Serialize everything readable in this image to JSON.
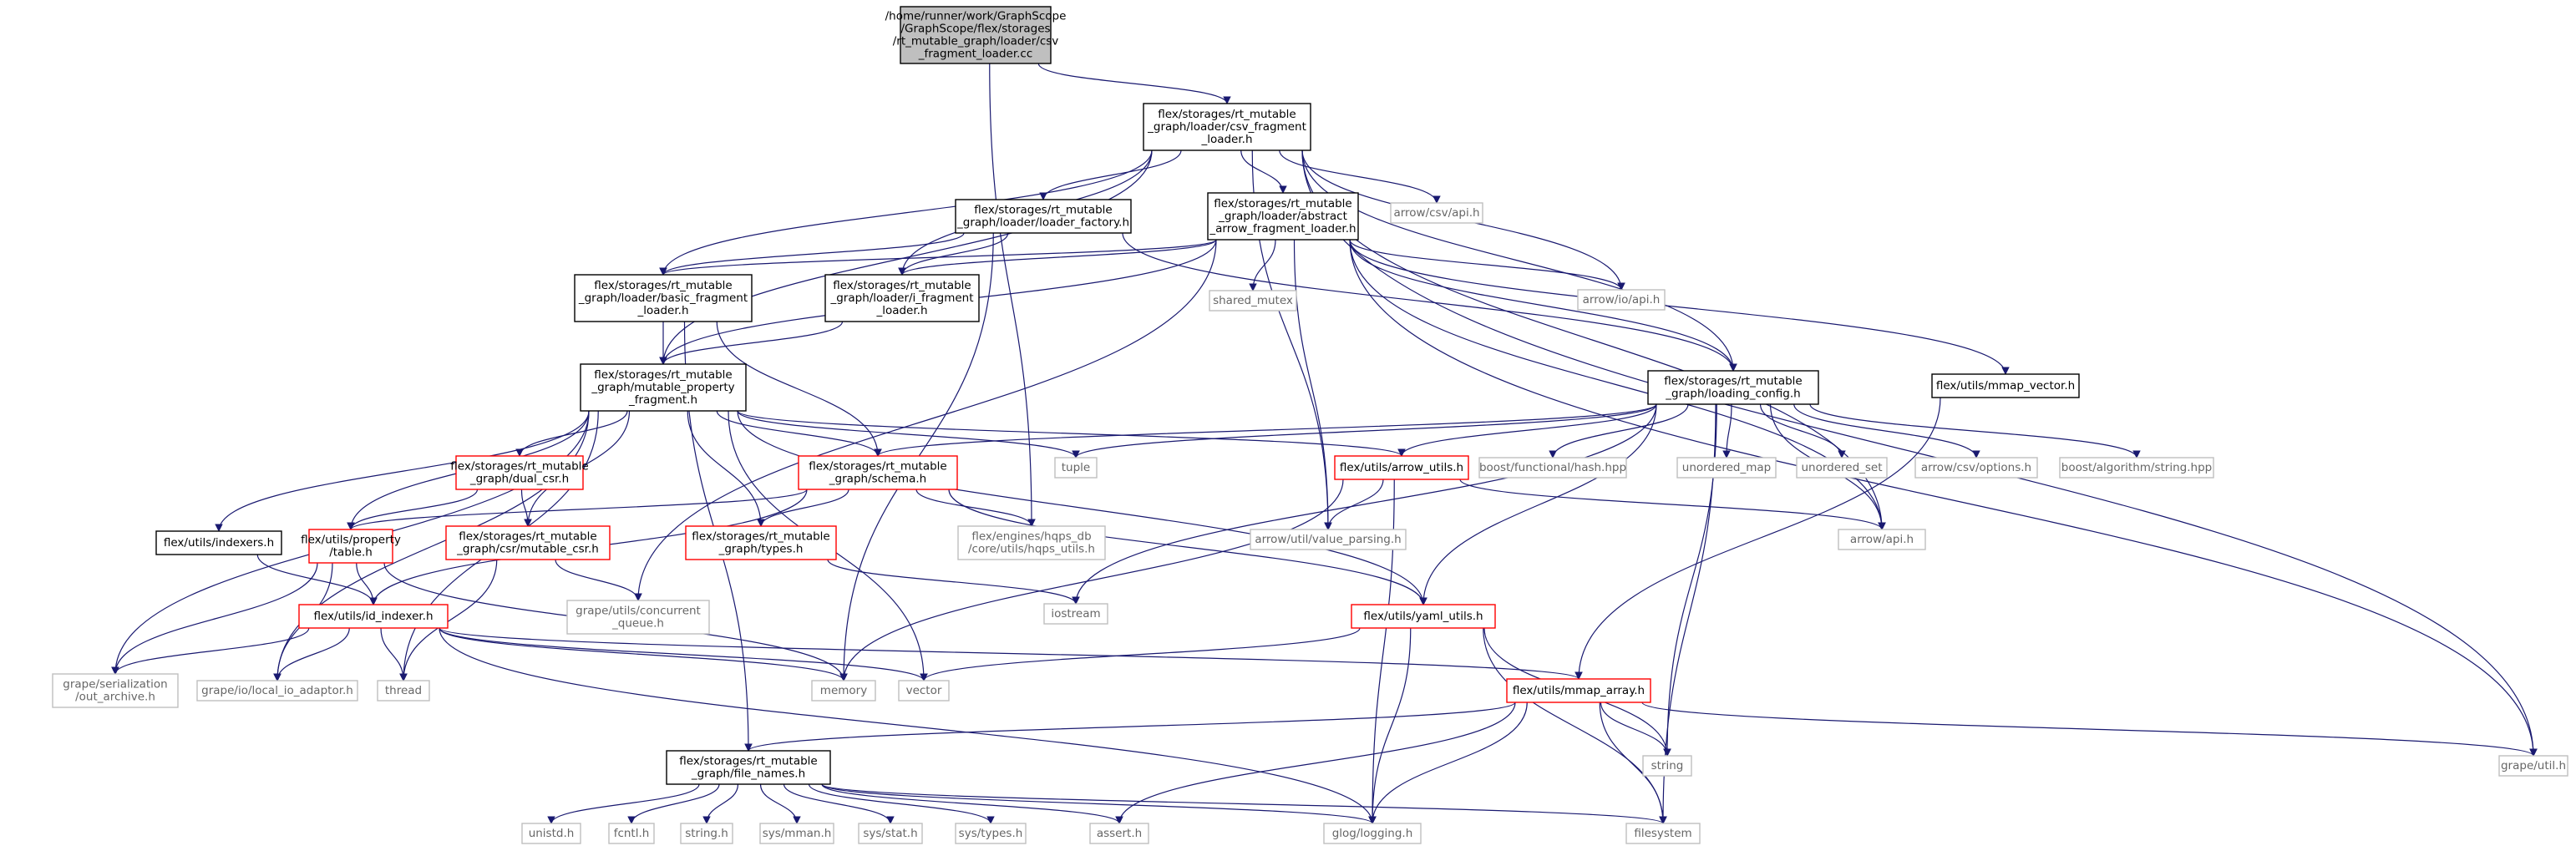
{
  "colors": {
    "edge": "#191970",
    "border_black": "#000000",
    "border_red": "#ff0000",
    "border_gray": "#bfbfbf",
    "root_fill": "#bfbfbf",
    "text_black": "#000000",
    "text_gray": "#666666"
  },
  "nodes": [
    {
      "id": "root",
      "kind": "root",
      "lines": [
        "/home/runner/work/GraphScope",
        "/GraphScope/flex/storages",
        "/rt_mutable_graph/loader/csv",
        "_fragment_loader.cc"
      ]
    },
    {
      "id": "csv_loader_h",
      "kind": "black",
      "lines": [
        "flex/storages/rt_mutable",
        "_graph/loader/csv_fragment",
        "_loader.h"
      ]
    },
    {
      "id": "loader_factory",
      "kind": "black",
      "lines": [
        "flex/storages/rt_mutable",
        "_graph/loader/loader_factory.h"
      ]
    },
    {
      "id": "abstract_loader",
      "kind": "black",
      "lines": [
        "flex/storages/rt_mutable",
        "_graph/loader/abstract",
        "_arrow_fragment_loader.h"
      ]
    },
    {
      "id": "arrow_csv_api",
      "kind": "gray",
      "lines": [
        "arrow/csv/api.h"
      ]
    },
    {
      "id": "basic_loader",
      "kind": "black",
      "lines": [
        "flex/storages/rt_mutable",
        "_graph/loader/basic_fragment",
        "_loader.h"
      ]
    },
    {
      "id": "i_loader",
      "kind": "black",
      "lines": [
        "flex/storages/rt_mutable",
        "_graph/loader/i_fragment",
        "_loader.h"
      ]
    },
    {
      "id": "shared_mutex",
      "kind": "gray",
      "lines": [
        "shared_mutex"
      ]
    },
    {
      "id": "arrow_io_api",
      "kind": "gray",
      "lines": [
        "arrow/io/api.h"
      ]
    },
    {
      "id": "mmap_vector",
      "kind": "black",
      "lines": [
        "flex/utils/mmap_vector.h"
      ]
    },
    {
      "id": "mpf",
      "kind": "black",
      "lines": [
        "flex/storages/rt_mutable",
        "_graph/mutable_property",
        "_fragment.h"
      ]
    },
    {
      "id": "loading_config",
      "kind": "black",
      "lines": [
        "flex/storages/rt_mutable",
        "_graph/loading_config.h"
      ]
    },
    {
      "id": "dual_csr",
      "kind": "red",
      "lines": [
        "flex/storages/rt_mutable",
        "_graph/dual_csr.h"
      ]
    },
    {
      "id": "schema",
      "kind": "red",
      "lines": [
        "flex/storages/rt_mutable",
        "_graph/schema.h"
      ]
    },
    {
      "id": "tuple",
      "kind": "gray",
      "lines": [
        "tuple"
      ]
    },
    {
      "id": "arrow_utils",
      "kind": "red",
      "lines": [
        "flex/utils/arrow_utils.h"
      ]
    },
    {
      "id": "boost_hash",
      "kind": "gray",
      "lines": [
        "boost/functional/hash.hpp"
      ]
    },
    {
      "id": "unordered_map",
      "kind": "gray",
      "lines": [
        "unordered_map"
      ]
    },
    {
      "id": "unordered_set",
      "kind": "gray",
      "lines": [
        "unordered_set"
      ]
    },
    {
      "id": "arrow_csv_options",
      "kind": "gray",
      "lines": [
        "arrow/csv/options.h"
      ]
    },
    {
      "id": "boost_string",
      "kind": "gray",
      "lines": [
        "boost/algorithm/string.hpp"
      ]
    },
    {
      "id": "indexers",
      "kind": "black",
      "lines": [
        "flex/utils/indexers.h"
      ]
    },
    {
      "id": "property_table",
      "kind": "red",
      "lines": [
        "flex/utils/property",
        "/table.h"
      ]
    },
    {
      "id": "mutable_csr",
      "kind": "red",
      "lines": [
        "flex/storages/rt_mutable",
        "_graph/csr/mutable_csr.h"
      ]
    },
    {
      "id": "types",
      "kind": "red",
      "lines": [
        "flex/storages/rt_mutable",
        "_graph/types.h"
      ]
    },
    {
      "id": "hqps_utils",
      "kind": "gray",
      "lines": [
        "flex/engines/hqps_db",
        "/core/utils/hqps_utils.h"
      ]
    },
    {
      "id": "value_parsing",
      "kind": "gray",
      "lines": [
        "arrow/util/value_parsing.h"
      ]
    },
    {
      "id": "arrow_api",
      "kind": "gray",
      "lines": [
        "arrow/api.h"
      ]
    },
    {
      "id": "concurrent_queue",
      "kind": "gray",
      "lines": [
        "grape/utils/concurrent",
        "_queue.h"
      ]
    },
    {
      "id": "iostream",
      "kind": "gray",
      "lines": [
        "iostream"
      ]
    },
    {
      "id": "id_indexer",
      "kind": "red",
      "lines": [
        "flex/utils/id_indexer.h"
      ]
    },
    {
      "id": "yaml_utils",
      "kind": "red",
      "lines": [
        "flex/utils/yaml_utils.h"
      ]
    },
    {
      "id": "out_archive",
      "kind": "gray",
      "lines": [
        "grape/serialization",
        "/out_archive.h"
      ]
    },
    {
      "id": "local_io",
      "kind": "gray",
      "lines": [
        "grape/io/local_io_adaptor.h"
      ]
    },
    {
      "id": "thread",
      "kind": "gray",
      "lines": [
        "thread"
      ]
    },
    {
      "id": "memory",
      "kind": "gray",
      "lines": [
        "memory"
      ]
    },
    {
      "id": "vector",
      "kind": "gray",
      "lines": [
        "vector"
      ]
    },
    {
      "id": "mmap_array",
      "kind": "red",
      "lines": [
        "flex/utils/mmap_array.h"
      ]
    },
    {
      "id": "file_names",
      "kind": "black",
      "lines": [
        "flex/storages/rt_mutable",
        "_graph/file_names.h"
      ]
    },
    {
      "id": "string",
      "kind": "gray",
      "lines": [
        "string"
      ]
    },
    {
      "id": "grape_util",
      "kind": "gray",
      "lines": [
        "grape/util.h"
      ]
    },
    {
      "id": "unistd",
      "kind": "gray",
      "lines": [
        "unistd.h"
      ]
    },
    {
      "id": "fcntl",
      "kind": "gray",
      "lines": [
        "fcntl.h"
      ]
    },
    {
      "id": "string_h",
      "kind": "gray",
      "lines": [
        "string.h"
      ]
    },
    {
      "id": "sys_mman",
      "kind": "gray",
      "lines": [
        "sys/mman.h"
      ]
    },
    {
      "id": "sys_stat",
      "kind": "gray",
      "lines": [
        "sys/stat.h"
      ]
    },
    {
      "id": "sys_types",
      "kind": "gray",
      "lines": [
        "sys/types.h"
      ]
    },
    {
      "id": "assert",
      "kind": "gray",
      "lines": [
        "assert.h"
      ]
    },
    {
      "id": "glog",
      "kind": "gray",
      "lines": [
        "glog/logging.h"
      ]
    },
    {
      "id": "filesystem",
      "kind": "gray",
      "lines": [
        "filesystem"
      ]
    }
  ],
  "edges": [
    [
      "root",
      "csv_loader_h"
    ],
    [
      "root",
      "hqps_utils"
    ],
    [
      "csv_loader_h",
      "loader_factory"
    ],
    [
      "csv_loader_h",
      "abstract_loader"
    ],
    [
      "csv_loader_h",
      "arrow_csv_api"
    ],
    [
      "csv_loader_h",
      "basic_loader"
    ],
    [
      "csv_loader_h",
      "i_loader"
    ],
    [
      "csv_loader_h",
      "mpf"
    ],
    [
      "csv_loader_h",
      "loading_config"
    ],
    [
      "csv_loader_h",
      "arrow_io_api"
    ],
    [
      "csv_loader_h",
      "arrow_api"
    ],
    [
      "csv_loader_h",
      "value_parsing"
    ],
    [
      "csv_loader_h",
      "grape_util"
    ],
    [
      "loader_factory",
      "i_loader"
    ],
    [
      "loader_factory",
      "basic_loader"
    ],
    [
      "loader_factory",
      "loading_config"
    ],
    [
      "loader_factory",
      "memory"
    ],
    [
      "abstract_loader",
      "basic_loader"
    ],
    [
      "abstract_loader",
      "i_loader"
    ],
    [
      "abstract_loader",
      "mpf"
    ],
    [
      "abstract_loader",
      "shared_mutex"
    ],
    [
      "abstract_loader",
      "arrow_io_api"
    ],
    [
      "abstract_loader",
      "mmap_vector"
    ],
    [
      "abstract_loader",
      "loading_config"
    ],
    [
      "abstract_loader",
      "value_parsing"
    ],
    [
      "abstract_loader",
      "concurrent_queue"
    ],
    [
      "abstract_loader",
      "arrow_api"
    ],
    [
      "abstract_loader",
      "grape_util"
    ],
    [
      "basic_loader",
      "mpf"
    ],
    [
      "basic_loader",
      "schema"
    ],
    [
      "basic_loader",
      "file_names"
    ],
    [
      "i_loader",
      "mpf"
    ],
    [
      "mmap_vector",
      "mmap_array"
    ],
    [
      "mpf",
      "dual_csr"
    ],
    [
      "mpf",
      "schema"
    ],
    [
      "mpf",
      "tuple"
    ],
    [
      "mpf",
      "arrow_utils"
    ],
    [
      "mpf",
      "indexers"
    ],
    [
      "mpf",
      "property_table"
    ],
    [
      "mpf",
      "mutable_csr"
    ],
    [
      "mpf",
      "types"
    ],
    [
      "mpf",
      "yaml_utils"
    ],
    [
      "mpf",
      "out_archive"
    ],
    [
      "mpf",
      "local_io"
    ],
    [
      "mpf",
      "thread"
    ],
    [
      "mpf",
      "vector"
    ],
    [
      "loading_config",
      "schema"
    ],
    [
      "loading_config",
      "tuple"
    ],
    [
      "loading_config",
      "arrow_utils"
    ],
    [
      "loading_config",
      "boost_hash"
    ],
    [
      "loading_config",
      "unordered_map"
    ],
    [
      "loading_config",
      "unordered_set"
    ],
    [
      "loading_config",
      "arrow_csv_options"
    ],
    [
      "loading_config",
      "boost_string"
    ],
    [
      "loading_config",
      "arrow_api"
    ],
    [
      "loading_config",
      "yaml_utils"
    ],
    [
      "loading_config",
      "iostream"
    ],
    [
      "loading_config",
      "string"
    ],
    [
      "loading_config",
      "filesystem"
    ],
    [
      "dual_csr",
      "property_table"
    ],
    [
      "dual_csr",
      "mutable_csr"
    ],
    [
      "schema",
      "property_table"
    ],
    [
      "schema",
      "types"
    ],
    [
      "schema",
      "hqps_utils"
    ],
    [
      "schema",
      "id_indexer"
    ],
    [
      "schema",
      "yaml_utils"
    ],
    [
      "arrow_utils",
      "arrow_api"
    ],
    [
      "arrow_utils",
      "value_parsing"
    ],
    [
      "arrow_utils",
      "memory"
    ],
    [
      "arrow_utils",
      "glog"
    ],
    [
      "indexers",
      "id_indexer"
    ],
    [
      "property_table",
      "id_indexer"
    ],
    [
      "property_table",
      "out_archive"
    ],
    [
      "property_table",
      "local_io"
    ],
    [
      "property_table",
      "memory"
    ],
    [
      "mutable_csr",
      "concurrent_queue"
    ],
    [
      "mutable_csr",
      "thread"
    ],
    [
      "types",
      "iostream"
    ],
    [
      "id_indexer",
      "out_archive"
    ],
    [
      "id_indexer",
      "local_io"
    ],
    [
      "id_indexer",
      "thread"
    ],
    [
      "id_indexer",
      "memory"
    ],
    [
      "id_indexer",
      "vector"
    ],
    [
      "id_indexer",
      "mmap_array"
    ],
    [
      "id_indexer",
      "glog"
    ],
    [
      "yaml_utils",
      "vector"
    ],
    [
      "yaml_utils",
      "string"
    ],
    [
      "yaml_utils",
      "glog"
    ],
    [
      "yaml_utils",
      "filesystem"
    ],
    [
      "mmap_array",
      "file_names"
    ],
    [
      "mmap_array",
      "string"
    ],
    [
      "mmap_array",
      "grape_util"
    ],
    [
      "mmap_array",
      "assert"
    ],
    [
      "mmap_array",
      "glog"
    ],
    [
      "mmap_array",
      "filesystem"
    ],
    [
      "file_names",
      "unistd"
    ],
    [
      "file_names",
      "fcntl"
    ],
    [
      "file_names",
      "string_h"
    ],
    [
      "file_names",
      "sys_mman"
    ],
    [
      "file_names",
      "sys_stat"
    ],
    [
      "file_names",
      "sys_types"
    ],
    [
      "file_names",
      "assert"
    ],
    [
      "file_names",
      "glog"
    ],
    [
      "file_names",
      "filesystem"
    ]
  ]
}
